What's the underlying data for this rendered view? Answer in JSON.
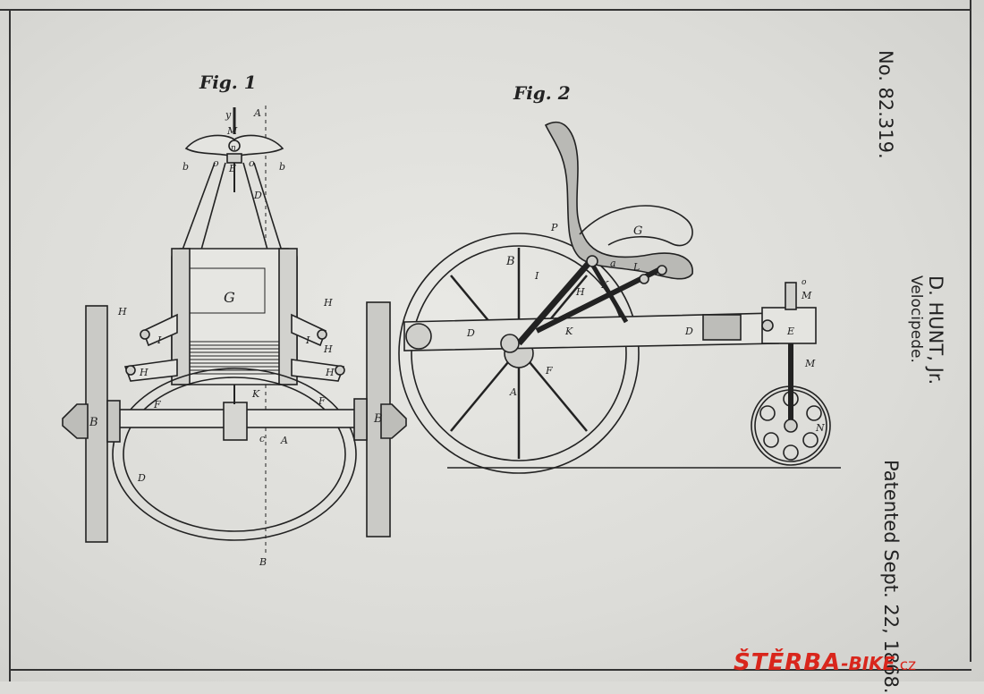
{
  "document": {
    "fig1_title": "Fig. 1",
    "fig2_title": "Fig. 2",
    "patent_number": "No. 82.319.",
    "inventor": "D. HUNT, Jr.",
    "invention": "Velocipede.",
    "patent_date": "Patented Sept. 22, 1868."
  },
  "fig1_letters": {
    "top_y": "y",
    "top_a": "A",
    "m": "M",
    "n": "n",
    "b_left": "b",
    "o_left": "o",
    "e": "E",
    "o_right": "o",
    "b_right": "b",
    "d_top": "D",
    "g": "G",
    "h1": "H",
    "h2": "H",
    "i1": "I",
    "h3": "H",
    "h4": "H",
    "i2": "I",
    "h5": "H",
    "k": "K",
    "f1": "F",
    "f2": "F",
    "c": "c",
    "a_mid": "A",
    "b_wheel_l": "B",
    "b_wheel_r": "B",
    "d_bottom": "D",
    "b_bottom": "B"
  },
  "fig2_letters": {
    "p": "P",
    "g": "G",
    "b": "B",
    "i": "I",
    "a": "a",
    "l": "L",
    "h": "H",
    "k1": "K",
    "d1": "D",
    "k2": "K",
    "d2": "D",
    "f": "F",
    "a_hub": "A",
    "m1": "M",
    "e": "E",
    "m2": "M",
    "n": "N",
    "o": "o"
  },
  "watermark": {
    "brand": "ŠTĚRBA",
    "suffix": "-BIKE",
    "tld": ".cz"
  },
  "colors": {
    "paper": "#dcdcd8",
    "ink": "#222222",
    "watermark_red": "#d9261c"
  }
}
